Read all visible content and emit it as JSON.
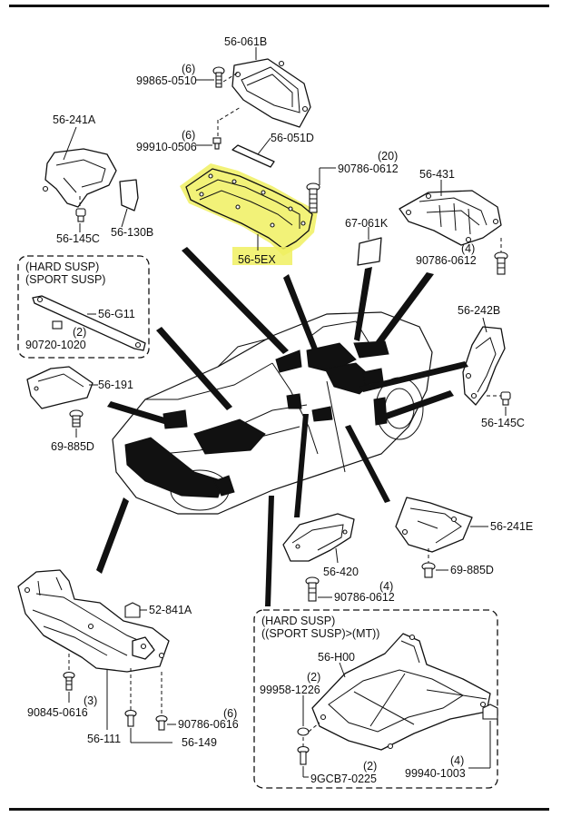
{
  "parts": {
    "p_56_061B": "56-061B",
    "p_99865_0510": "99865-0510",
    "q_99865_0510": "(6)",
    "p_99910_0506": "99910-0506",
    "q_99910_0506": "(6)",
    "p_56_051D": "56-051D",
    "p_56_241A": "56-241A",
    "p_56_145C_left": "56-145C",
    "p_56_130B": "56-130B",
    "p_90786_0612_top": "90786-0612",
    "q_90786_0612_top": "(20)",
    "p_56_5EX": "56-5EX",
    "p_67_061K": "67-061K",
    "p_56_431": "56-431",
    "p_90786_0612_right": "90786-0612",
    "q_90786_0612_right": "(4)",
    "box1_line1": "(HARD SUSP)",
    "box1_line2": "(SPORT SUSP)",
    "p_56_G11": "56-G11",
    "p_90720_1020": "90720-1020",
    "q_90720_1020": "(2)",
    "p_56_242B": "56-242B",
    "p_56_191": "56-191",
    "p_69_885D_left": "69-885D",
    "p_56_145C_right": "56-145C",
    "p_56_241E": "56-241E",
    "p_69_885D_right": "69-885D",
    "p_56_420": "56-420",
    "p_90786_0612_mid": "90786-0612",
    "q_90786_0612_mid": "(4)",
    "p_52_841A": "52-841A",
    "p_90845_0616": "90845-0616",
    "q_90845_0616": "(3)",
    "p_90786_0616": "90786-0616",
    "q_90786_0616": "(6)",
    "p_56_111": "56-111",
    "p_56_149": "56-149",
    "box2_line1": "(HARD SUSP)",
    "box2_line2": "((SPORT SUSP)>(MT))",
    "p_56_H00": "56-H00",
    "p_99958_1226": "99958-1226",
    "q_99958_1226": "(2)",
    "p_9GCB7_0225": "9GCB7-0225",
    "q_9GCB7_0225": "(2)",
    "p_99940_1003": "99940-1003",
    "q_99940_1003": "(4)"
  },
  "colors": {
    "highlight": "#f0f060",
    "ink": "#111111"
  }
}
